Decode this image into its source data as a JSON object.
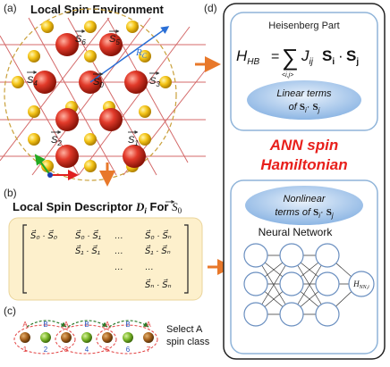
{
  "panel_a": {
    "letter": "(a)",
    "title": "Local Spin Environment",
    "spins": [
      {
        "base": "S",
        "sub": "6"
      },
      {
        "base": "S",
        "sub": "5"
      },
      {
        "base": "S",
        "sub": "4"
      },
      {
        "base": "S",
        "sub": "0"
      },
      {
        "base": "S",
        "sub": "3"
      },
      {
        "base": "S",
        "sub": "2"
      },
      {
        "base": "S",
        "sub": "1"
      }
    ],
    "cutoff": {
      "base": "R",
      "sub": "C"
    }
  },
  "panel_b": {
    "letter": "(b)",
    "title_prefix": "Local Spin Descriptor ",
    "title_var": "D",
    "title_var_sub": "i",
    "title_mid": " For ",
    "title_spin": "S",
    "title_spin_sub": "0",
    "row1": [
      "S⃗₀ · S⃗₀",
      "S⃗₀ · S⃗₁",
      "…",
      "S⃗₀ · S⃗ₙ"
    ],
    "row2": [
      "S⃗₁ · S⃗₁",
      "…",
      "S⃗₁ · S⃗ₙ"
    ],
    "row3": [
      "…",
      "…"
    ],
    "row4": [
      "S⃗ₙ · S⃗ₙ"
    ]
  },
  "panel_c": {
    "letter": "(c)",
    "chain_labels": [
      "1",
      "2",
      "3",
      "4",
      "5",
      "6",
      "7"
    ],
    "sublattice_labels": [
      "A",
      "B",
      "A",
      "B",
      "A",
      "B",
      "A"
    ],
    "select_label_line1": "Select A",
    "select_label_line2": "spin class"
  },
  "panel_d": {
    "letter": "(d)",
    "heisenberg_title": "Heisenberg Part",
    "formula_lhs": "H",
    "formula_lhs_sub": "HB",
    "formula_eq": "=",
    "formula_sum_sub": "<i,j>",
    "formula_coef": "J",
    "formula_coef_sub": "ij",
    "formula_s1": "S",
    "formula_s1_sub": "i",
    "formula_dot": "·",
    "formula_s2": "S",
    "formula_s2_sub": "j",
    "linear_line1": "Linear terms",
    "linear_line2_prefix": "of ",
    "linear_line2_term": "S",
    "linear_line2_sub_i": "i",
    "linear_line2_dot": "· ",
    "linear_line2_sub_j": "j",
    "ann_line1": "ANN spin",
    "ann_line2": "Hamiltonian",
    "nonlinear_line1": "Nonlinear",
    "nonlinear_line2_prefix": "terms of ",
    "nonlinear_line2_term": "S",
    "nonlinear_line2_sub_i": "i",
    "nonlinear_line2_dot": "· ",
    "nonlinear_line2_sub_j": "j",
    "nn_title": "Neural Network",
    "nn_output": "H",
    "nn_output_sub": "NN,i"
  },
  "colors": {
    "red_atom": "#e23a2a",
    "yellow_atom": "#f5c518",
    "accent_orange": "#e8782a",
    "ann_red": "#e8201c",
    "panel_fill": "#fdf0cc",
    "bubble_blue": "#a9c8ea",
    "lattice_line": "#d46a6a",
    "box_border": "#8fb4d9"
  }
}
